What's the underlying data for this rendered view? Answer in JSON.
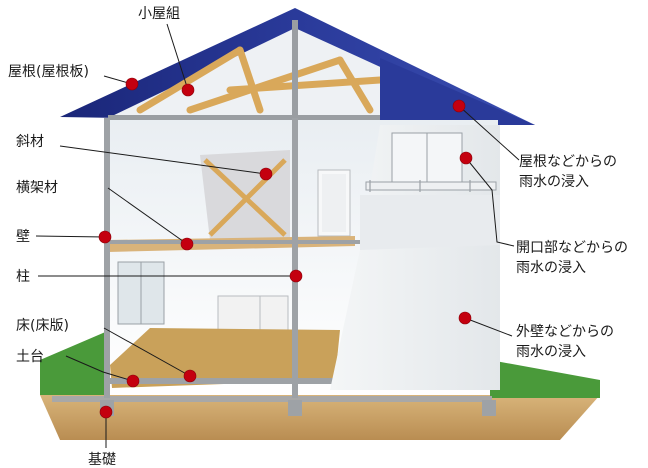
{
  "labels": {
    "koyagumi": "小屋組",
    "yane": "屋根(屋根板)",
    "shazai": "斜材",
    "oukakezai": "横架材",
    "kabe": "壁",
    "hashira": "柱",
    "yuka": "床(床版)",
    "dodai": "土台",
    "kiso": "基礎",
    "roof_leak_1": "屋根などからの",
    "roof_leak_2": "雨水の浸入",
    "opening_leak_1": "開口部などからの",
    "opening_leak_2": "雨水の浸入",
    "wall_leak_1": "外壁などからの",
    "wall_leak_2": "雨水の浸入"
  },
  "colors": {
    "roof_blue": "#1f2f8c",
    "marker_red": "#c4000f",
    "grass_green": "#4a9a3a",
    "ground_tan": "#c9a26a",
    "floor_wood": "#c9a15a"
  }
}
